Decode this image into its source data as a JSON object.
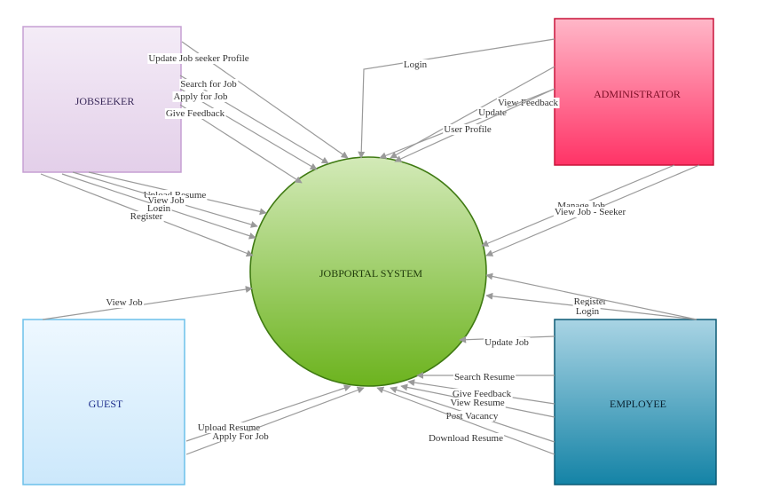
{
  "diagram": {
    "nodes": {
      "jobseeker": {
        "label": "JOBSEEKER",
        "fill_top": "#f4ecf7",
        "fill_bottom": "#e3cfe9",
        "stroke": "#c69fd3",
        "text_color": "#3a2a5a"
      },
      "administrator": {
        "label": "ADMINISTRATOR",
        "fill_top": "#ffb7c8",
        "fill_bottom": "#ff3366",
        "stroke": "#c8143a",
        "text_color": "#7a0c24"
      },
      "system": {
        "label": "JOBPORTAL SYSTEM",
        "fill_top": "#d3eab8",
        "fill_bottom": "#6cb31e",
        "stroke": "#3f7a12",
        "text_color": "#1f3a0a"
      },
      "guest": {
        "label": "GUEST",
        "fill_top": "#eef8ff",
        "fill_bottom": "#cce8fb",
        "stroke": "#6cc0ea",
        "text_color": "#1a2a8a"
      },
      "employee": {
        "label": "EMPLOYEE",
        "fill_top": "#a9d4e4",
        "fill_bottom": "#1483a6",
        "stroke": "#0c5a75",
        "text_color": "#0a2230"
      }
    },
    "edge_color": "#9a9a9a",
    "edges": [
      {
        "id": "js-update-profile",
        "label": "Update  Job seeker  Profile"
      },
      {
        "id": "js-search-job",
        "label": "Search  for Job"
      },
      {
        "id": "js-apply-job",
        "label": "Apply for Job"
      },
      {
        "id": "js-give-feedback",
        "label": "Give Feedback"
      },
      {
        "id": "js-upload-resume",
        "label": "Upload  Resume"
      },
      {
        "id": "js-view-job",
        "label": "View Job"
      },
      {
        "id": "js-login",
        "label": "Login"
      },
      {
        "id": "js-register",
        "label": "Register"
      },
      {
        "id": "admin-login",
        "label": "Login"
      },
      {
        "id": "admin-view-feedback",
        "label": "View Feedback"
      },
      {
        "id": "admin-update",
        "label": "Update"
      },
      {
        "id": "admin-user-profile",
        "label": "User Profile"
      },
      {
        "id": "admin-manage-job",
        "label": "Manage  Job"
      },
      {
        "id": "admin-view-job-seeker",
        "label": "View Job - Seeker"
      },
      {
        "id": "guest-view-job",
        "label": "View Job"
      },
      {
        "id": "guest-upload-resume",
        "label": "Upload  Resume"
      },
      {
        "id": "guest-apply-job",
        "label": "Apply For Job"
      },
      {
        "id": "emp-register",
        "label": "Register"
      },
      {
        "id": "emp-login",
        "label": "Login"
      },
      {
        "id": "emp-update-job",
        "label": "Update   Job"
      },
      {
        "id": "emp-search-resume",
        "label": "Search  Resume"
      },
      {
        "id": "emp-give-feedback",
        "label": "Give Feedback"
      },
      {
        "id": "emp-view-resume",
        "label": "View Resume"
      },
      {
        "id": "emp-post-vacancy",
        "label": "Post  Vacancy"
      },
      {
        "id": "emp-download-resume",
        "label": "Download  Resume"
      }
    ]
  }
}
